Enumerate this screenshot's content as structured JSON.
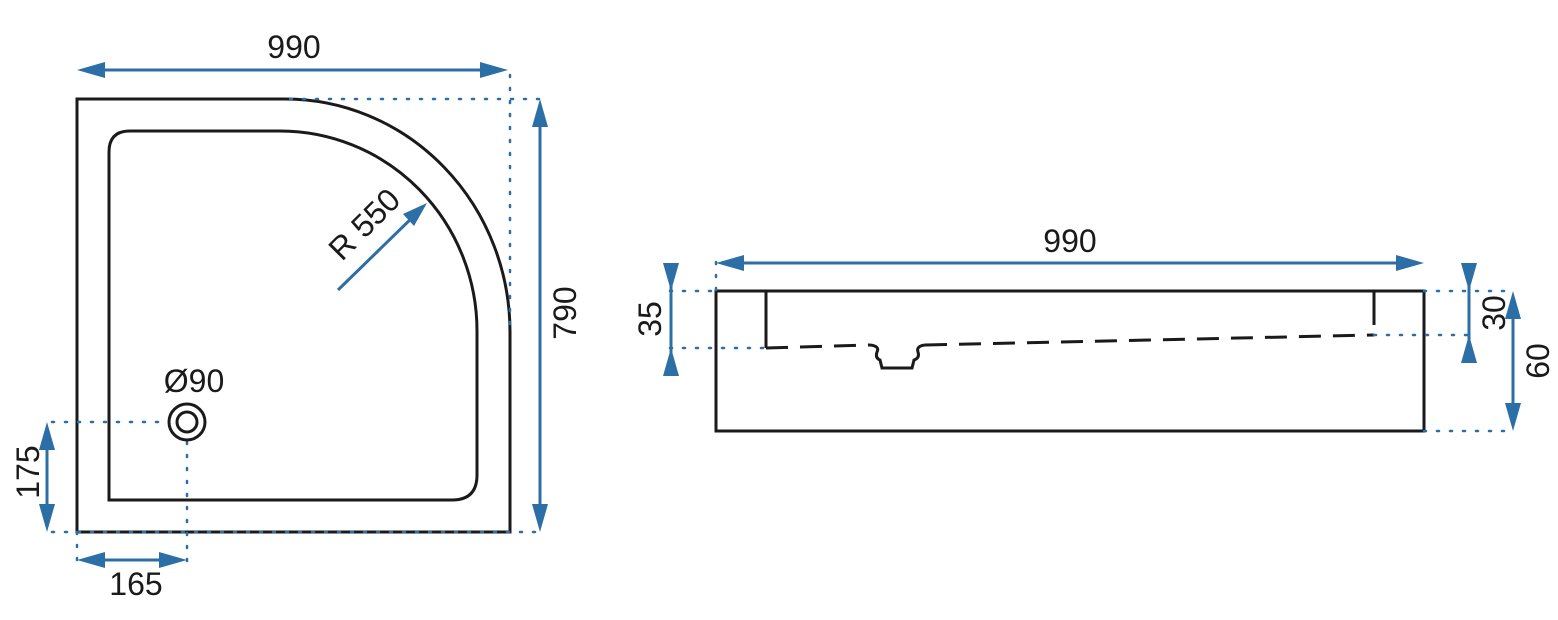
{
  "top_view": {
    "width_label": "990",
    "depth_label": "790",
    "radius_label": "R 550",
    "drain_label": "Ø90",
    "drain_offset_y_label": "175",
    "drain_offset_x_label": "165"
  },
  "side_view": {
    "length_label": "990",
    "inner_depth_label": "35",
    "rim_label": "30",
    "total_height_label": "60"
  },
  "colors": {
    "dimension": "#2c6ea6",
    "outline": "#1a1a1a"
  }
}
